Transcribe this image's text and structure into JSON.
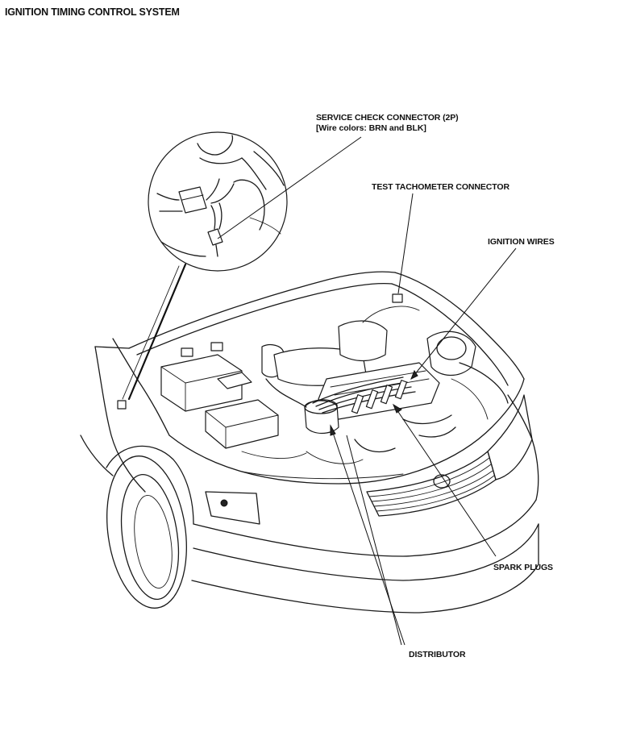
{
  "title": "IGNITION TIMING CONTROL SYSTEM",
  "labels": {
    "service_check_connector": "SERVICE CHECK CONNECTOR (2P)",
    "wire_colors": "[Wire colors: BRN and BLK]",
    "test_tachometer_connector": "TEST TACHOMETER CONNECTOR",
    "ignition_wires": "IGNITION WIRES",
    "spark_plugs": "SPARK PLUGS",
    "distributor": "DISTRIBUTOR"
  }
}
